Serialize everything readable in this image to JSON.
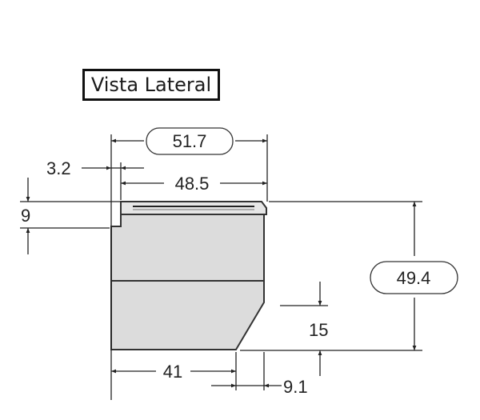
{
  "drawing": {
    "title": "Vista Lateral",
    "colors": {
      "body_fill": "#dcdcdc",
      "outline": "#333333",
      "dim_line": "#222222",
      "text": "#222222"
    },
    "dimensions": {
      "overall_width": "51.7",
      "top_width": "48.5",
      "left_offset": "3.2",
      "lip_height": "9",
      "overall_height": "49.4",
      "chamfer_height": "15",
      "bottom_width": "41",
      "chamfer_width": "9.1"
    }
  }
}
